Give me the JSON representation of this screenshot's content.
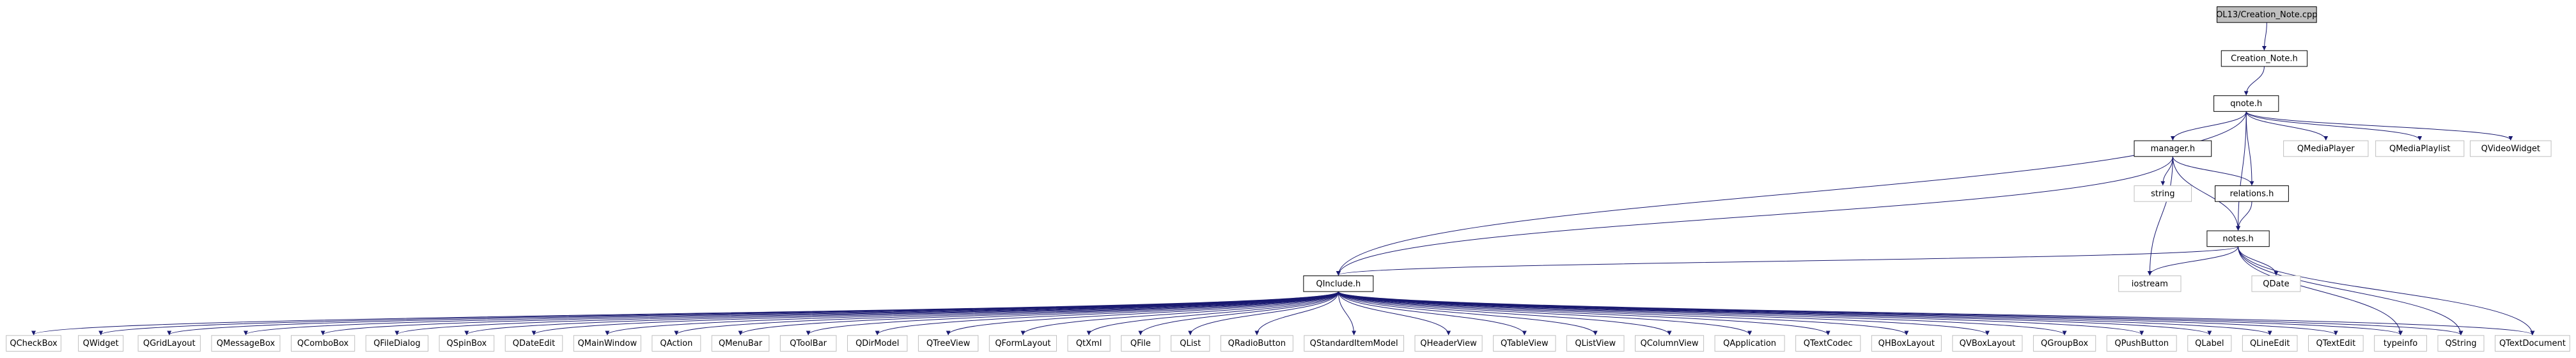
{
  "nodes": {
    "root": {
      "label": "OL13/Creation_Note.cpp",
      "style": "root"
    },
    "creation_note_h": {
      "label": "Creation_Note.h",
      "style": "doc"
    },
    "qnote_h": {
      "label": "qnote.h",
      "style": "doc"
    },
    "qmediaplayer": {
      "label": "QMediaPlayer",
      "style": "ext"
    },
    "qmediaplaylist": {
      "label": "QMediaPlaylist",
      "style": "ext"
    },
    "qvideowidget": {
      "label": "QVideoWidget",
      "style": "ext"
    },
    "manager_h": {
      "label": "manager.h",
      "style": "doc"
    },
    "string": {
      "label": "string",
      "style": "ext"
    },
    "relations_h": {
      "label": "relations.h",
      "style": "doc"
    },
    "notes_h": {
      "label": "notes.h",
      "style": "doc"
    },
    "iostream": {
      "label": "iostream",
      "style": "ext"
    },
    "qdate": {
      "label": "QDate",
      "style": "ext"
    },
    "qinclude_h": {
      "label": "QInclude.h",
      "style": "doc"
    },
    "qcheckbox": {
      "label": "QCheckBox",
      "style": "ext"
    },
    "qwidget": {
      "label": "QWidget",
      "style": "ext"
    },
    "qgridlayout": {
      "label": "QGridLayout",
      "style": "ext"
    },
    "qmessagebox": {
      "label": "QMessageBox",
      "style": "ext"
    },
    "qcombobox": {
      "label": "QComboBox",
      "style": "ext"
    },
    "qfiledialog": {
      "label": "QFileDialog",
      "style": "ext"
    },
    "qspinbox": {
      "label": "QSpinBox",
      "style": "ext"
    },
    "qdateedit": {
      "label": "QDateEdit",
      "style": "ext"
    },
    "qmainwindow": {
      "label": "QMainWindow",
      "style": "ext"
    },
    "qaction": {
      "label": "QAction",
      "style": "ext"
    },
    "qmenubar": {
      "label": "QMenuBar",
      "style": "ext"
    },
    "qtoolbar": {
      "label": "QToolBar",
      "style": "ext"
    },
    "qdirmodel": {
      "label": "QDirModel",
      "style": "ext"
    },
    "qtreeview": {
      "label": "QTreeView",
      "style": "ext"
    },
    "qformlayout": {
      "label": "QFormLayout",
      "style": "ext"
    },
    "qtxml": {
      "label": "QtXml",
      "style": "ext"
    },
    "qfile": {
      "label": "QFile",
      "style": "ext"
    },
    "qlist": {
      "label": "QList",
      "style": "ext"
    },
    "qradiobutton": {
      "label": "QRadioButton",
      "style": "ext"
    },
    "qstandarditemmodel": {
      "label": "QStandardItemModel",
      "style": "ext"
    },
    "qheaderview": {
      "label": "QHeaderView",
      "style": "ext"
    },
    "qtableview": {
      "label": "QTableView",
      "style": "ext"
    },
    "qlistview": {
      "label": "QListView",
      "style": "ext"
    },
    "qcolumnview": {
      "label": "QColumnView",
      "style": "ext"
    },
    "qapplication": {
      "label": "QApplication",
      "style": "ext"
    },
    "qtextcodec": {
      "label": "QTextCodec",
      "style": "ext"
    },
    "qhboxlayout": {
      "label": "QHBoxLayout",
      "style": "ext"
    },
    "qvboxlayout": {
      "label": "QVBoxLayout",
      "style": "ext"
    },
    "qgroupbox": {
      "label": "QGroupBox",
      "style": "ext"
    },
    "qpushbutton": {
      "label": "QPushButton",
      "style": "ext"
    },
    "qlabel": {
      "label": "QLabel",
      "style": "ext"
    },
    "qlineedit": {
      "label": "QLineEdit",
      "style": "ext"
    },
    "qtextedit": {
      "label": "QTextEdit",
      "style": "ext"
    },
    "typeinfo": {
      "label": "typeinfo",
      "style": "ext"
    },
    "qstring": {
      "label": "QString",
      "style": "ext"
    },
    "qtextdocument": {
      "label": "QTextDocument",
      "style": "ext"
    }
  },
  "edges": [
    [
      "root",
      "creation_note_h"
    ],
    [
      "creation_note_h",
      "qnote_h"
    ],
    [
      "qnote_h",
      "qmediaplayer"
    ],
    [
      "qnote_h",
      "qmediaplaylist"
    ],
    [
      "qnote_h",
      "qvideowidget"
    ],
    [
      "qnote_h",
      "manager_h"
    ],
    [
      "qnote_h",
      "relations_h"
    ],
    [
      "qnote_h",
      "notes_h"
    ],
    [
      "qnote_h",
      "qinclude_h"
    ],
    [
      "manager_h",
      "string"
    ],
    [
      "manager_h",
      "relations_h"
    ],
    [
      "manager_h",
      "notes_h"
    ],
    [
      "manager_h",
      "iostream"
    ],
    [
      "manager_h",
      "qinclude_h"
    ],
    [
      "relations_h",
      "notes_h"
    ],
    [
      "notes_h",
      "iostream"
    ],
    [
      "notes_h",
      "qdate"
    ],
    [
      "notes_h",
      "qinclude_h"
    ],
    [
      "notes_h",
      "typeinfo"
    ],
    [
      "notes_h",
      "qstring"
    ],
    [
      "notes_h",
      "qtextdocument"
    ],
    [
      "qinclude_h",
      "qcheckbox"
    ],
    [
      "qinclude_h",
      "qwidget"
    ],
    [
      "qinclude_h",
      "qgridlayout"
    ],
    [
      "qinclude_h",
      "qmessagebox"
    ],
    [
      "qinclude_h",
      "qcombobox"
    ],
    [
      "qinclude_h",
      "qfiledialog"
    ],
    [
      "qinclude_h",
      "qspinbox"
    ],
    [
      "qinclude_h",
      "qdateedit"
    ],
    [
      "qinclude_h",
      "qmainwindow"
    ],
    [
      "qinclude_h",
      "qaction"
    ],
    [
      "qinclude_h",
      "qmenubar"
    ],
    [
      "qinclude_h",
      "qtoolbar"
    ],
    [
      "qinclude_h",
      "qdirmodel"
    ],
    [
      "qinclude_h",
      "qtreeview"
    ],
    [
      "qinclude_h",
      "qformlayout"
    ],
    [
      "qinclude_h",
      "qtxml"
    ],
    [
      "qinclude_h",
      "qfile"
    ],
    [
      "qinclude_h",
      "qlist"
    ],
    [
      "qinclude_h",
      "qradiobutton"
    ],
    [
      "qinclude_h",
      "qstandarditemmodel"
    ],
    [
      "qinclude_h",
      "qheaderview"
    ],
    [
      "qinclude_h",
      "qtableview"
    ],
    [
      "qinclude_h",
      "qlistview"
    ],
    [
      "qinclude_h",
      "qcolumnview"
    ],
    [
      "qinclude_h",
      "qapplication"
    ],
    [
      "qinclude_h",
      "qtextcodec"
    ],
    [
      "qinclude_h",
      "qhboxlayout"
    ],
    [
      "qinclude_h",
      "qvboxlayout"
    ],
    [
      "qinclude_h",
      "qgroupbox"
    ],
    [
      "qinclude_h",
      "qpushbutton"
    ],
    [
      "qinclude_h",
      "qlabel"
    ],
    [
      "qinclude_h",
      "qlineedit"
    ],
    [
      "qinclude_h",
      "qtextedit"
    ],
    [
      "qinclude_h",
      "typeinfo"
    ],
    [
      "qinclude_h",
      "qstring"
    ],
    [
      "qinclude_h",
      "qtextdocument"
    ]
  ],
  "colors": {
    "edge": "#191970",
    "doc_border": "#000000",
    "ext_border": "#bfbfbf",
    "root_fill": "#bfbfbf",
    "text": "#000000",
    "ext_text": "#000000"
  }
}
